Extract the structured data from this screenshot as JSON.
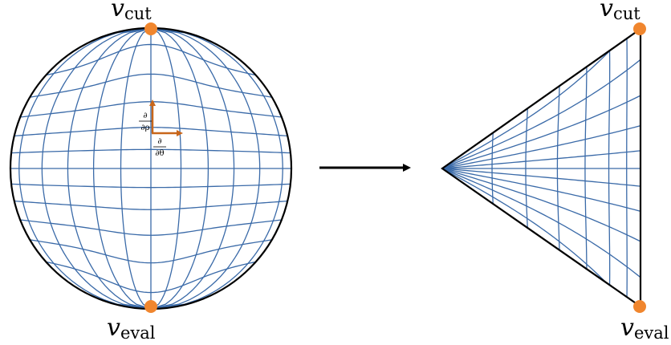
{
  "vertex_labels": {
    "v_cut_main": "v",
    "v_cut_sub": "cut",
    "v_eval_main": "v",
    "v_eval_sub": "eval"
  },
  "vector_labels": {
    "rho_num": "∂",
    "rho_den": "∂ρ",
    "theta_num": "∂",
    "theta_den": "∂θ"
  },
  "colors": {
    "grid": "#3a6aa8",
    "outline": "#000000",
    "vertex": "#f0862e",
    "vector": "#c8661a",
    "arrow": "#000000"
  }
}
